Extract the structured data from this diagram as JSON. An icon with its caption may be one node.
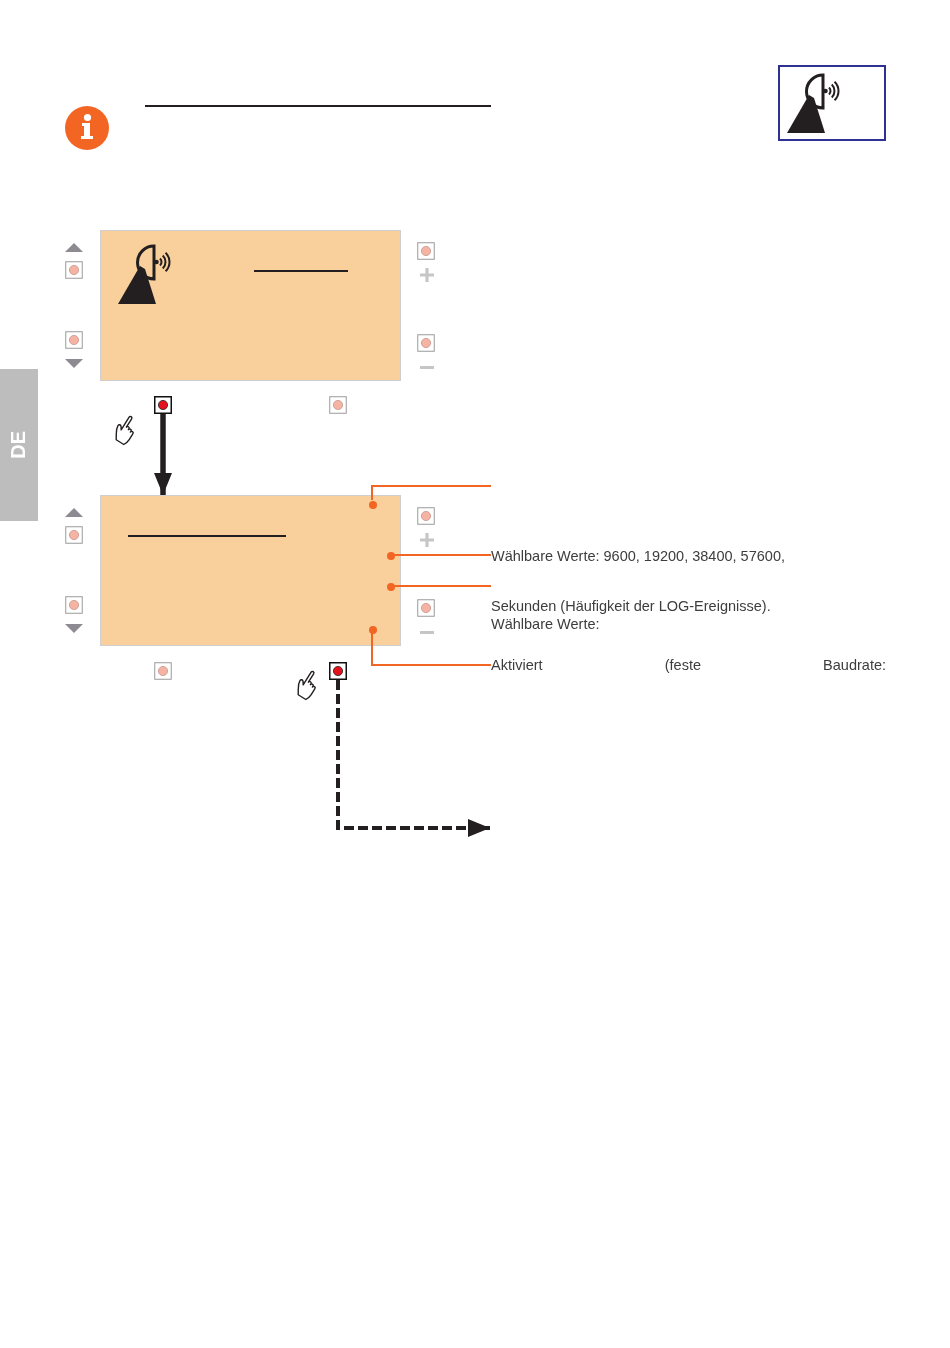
{
  "diagram": {
    "nodes": [
      {
        "text": [],
        "shape": "box"
      },
      {
        "text": [],
        "shape": "box"
      },
      {
        "text": [],
        "shape": "box"
      },
      {
        "text": [],
        "shape": "circle",
        "in": 2
      },
      {
        "text": [],
        "shape": "circle",
        "in": 2
      },
      {
        "text": [],
        "shape": "circle",
        "in": 2
      },
      {
        "text": [],
        "shape": "circle",
        "in": 2
      },
      {
        "text": [
          "Wählbare Werte: 9600, 19200, 38400, 57600,"
        ]
      },
      {
        "text": [
          "Sekunden (Häufigkeit der LOG-Ereignisse). Wählbare Werte:"
        ]
      },
      {
        "text": [
          "Aktiviert (feste Baudrate:"
        ]
      },
      {
        "text": [],
        "shape": "box"
      }
    ],
    "edges": [
      {
        "from": 1,
        "to": 2,
        "arrow": "to",
        "style": "thick",
        "color": "#231f20"
      },
      {
        "from": null,
        "to": 3,
        "arrow": "none"
      },
      {
        "from": 7,
        "to": 4,
        "arrow": "none"
      },
      {
        "from": 8,
        "to": 5,
        "arrow": "none"
      },
      {
        "from": 9,
        "to": 6,
        "arrow": "none"
      },
      {
        "from": 10,
        "to": null,
        "arrow": "to",
        "style": "dashed",
        "color": "#231f20"
      }
    ],
    "labels": [
      "DE"
    ]
  }
}
